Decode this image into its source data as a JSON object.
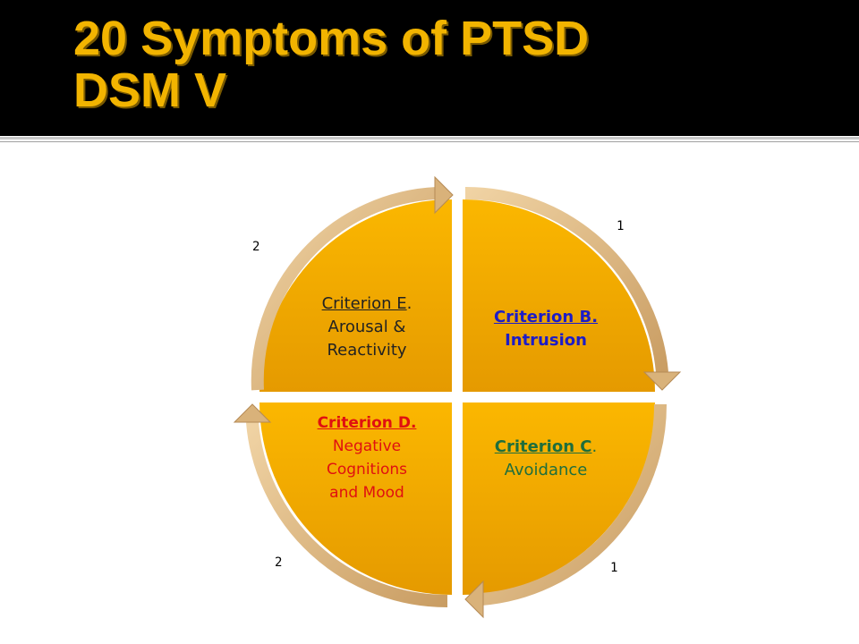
{
  "title": {
    "line1": "20 Symptoms of PTSD",
    "line2": "DSM V"
  },
  "quadrants": {
    "e": {
      "header": "Criterion E",
      "punct": ".",
      "line2": "Arousal &",
      "line3": "Reactivity"
    },
    "b": {
      "header": "Criterion B.",
      "line2": "Intrusion"
    },
    "c": {
      "header": "Criterion C",
      "punct": ".",
      "line2": "Avoidance"
    },
    "d": {
      "header": "Criterion D.",
      "line2": "Negative",
      "line3": "Cognitions",
      "line4": "and Mood"
    }
  },
  "counts": {
    "top_left": "2",
    "top_right": "1",
    "bottom_left": "2",
    "bottom_right": "1"
  },
  "colors": {
    "title": "#f2b400",
    "quadrant_fill": "#f4a800",
    "ring": "#d9b27a",
    "criterion_b": "#1c1cc8",
    "criterion_c": "#1e6e3c",
    "criterion_d": "#e01010",
    "criterion_e": "#222222"
  }
}
